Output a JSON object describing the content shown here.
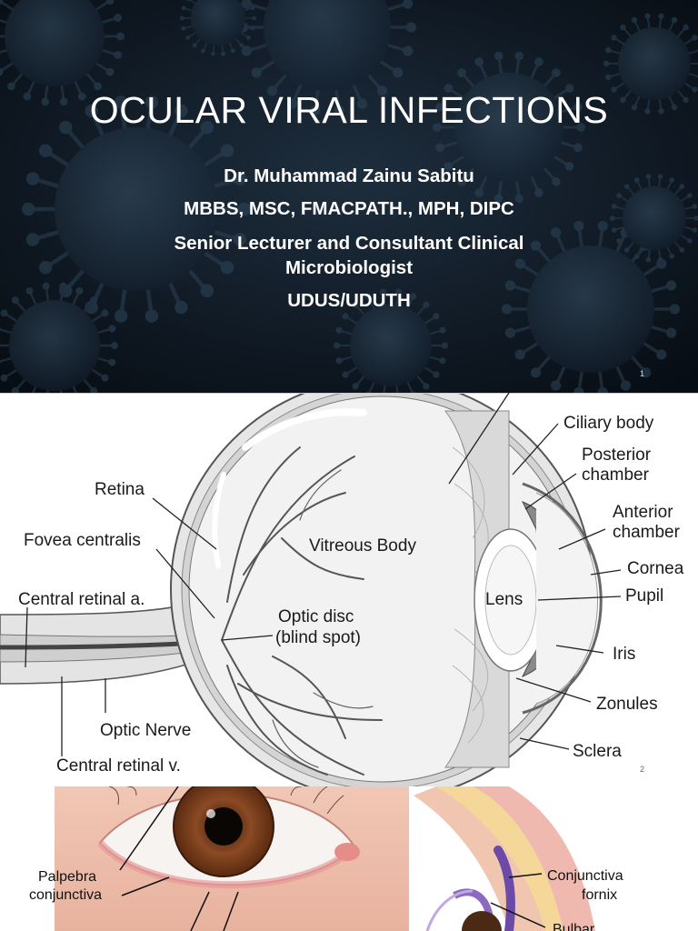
{
  "slide1": {
    "title": "OCULAR VIRAL INFECTIONS",
    "author": "Dr. Muhammad Zainu Sabitu",
    "credentials": "MBBS, MSC, FMACPATH., MPH, DIPC",
    "position_line1": "Senior Lecturer and Consultant Clinical",
    "position_line2": "Microbiologist",
    "institution": "UDUS/UDUTH",
    "page_number": "1"
  },
  "slide2": {
    "labels": {
      "ciliary_body": "Ciliary body",
      "posterior_chamber_1": "Posterior",
      "posterior_chamber_2": "chamber",
      "anterior_chamber_1": "Anterior",
      "anterior_chamber_2": "chamber",
      "cornea": "Cornea",
      "pupil": "Pupil",
      "iris": "Iris",
      "zonules": "Zonules",
      "sclera": "Sclera",
      "lens": "Lens",
      "retina": "Retina",
      "fovea_centralis": "Fovea centralis",
      "central_retinal_a": "Central retinal a.",
      "optic_disc": "Optic disc",
      "blind_spot": "(blind spot)",
      "vitreous_body": "Vitreous Body",
      "optic_nerve": "Optic Nerve",
      "central_retinal_v": "Central retinal v."
    },
    "page_number": "2"
  },
  "slide3": {
    "labels": {
      "palpebra_1": "Palpebra",
      "palpebra_2": "conjunctiva",
      "conj_fornix_1": "Conjunctiva",
      "conj_fornix_2": "fornix",
      "bulbar": "Bulbar"
    }
  }
}
